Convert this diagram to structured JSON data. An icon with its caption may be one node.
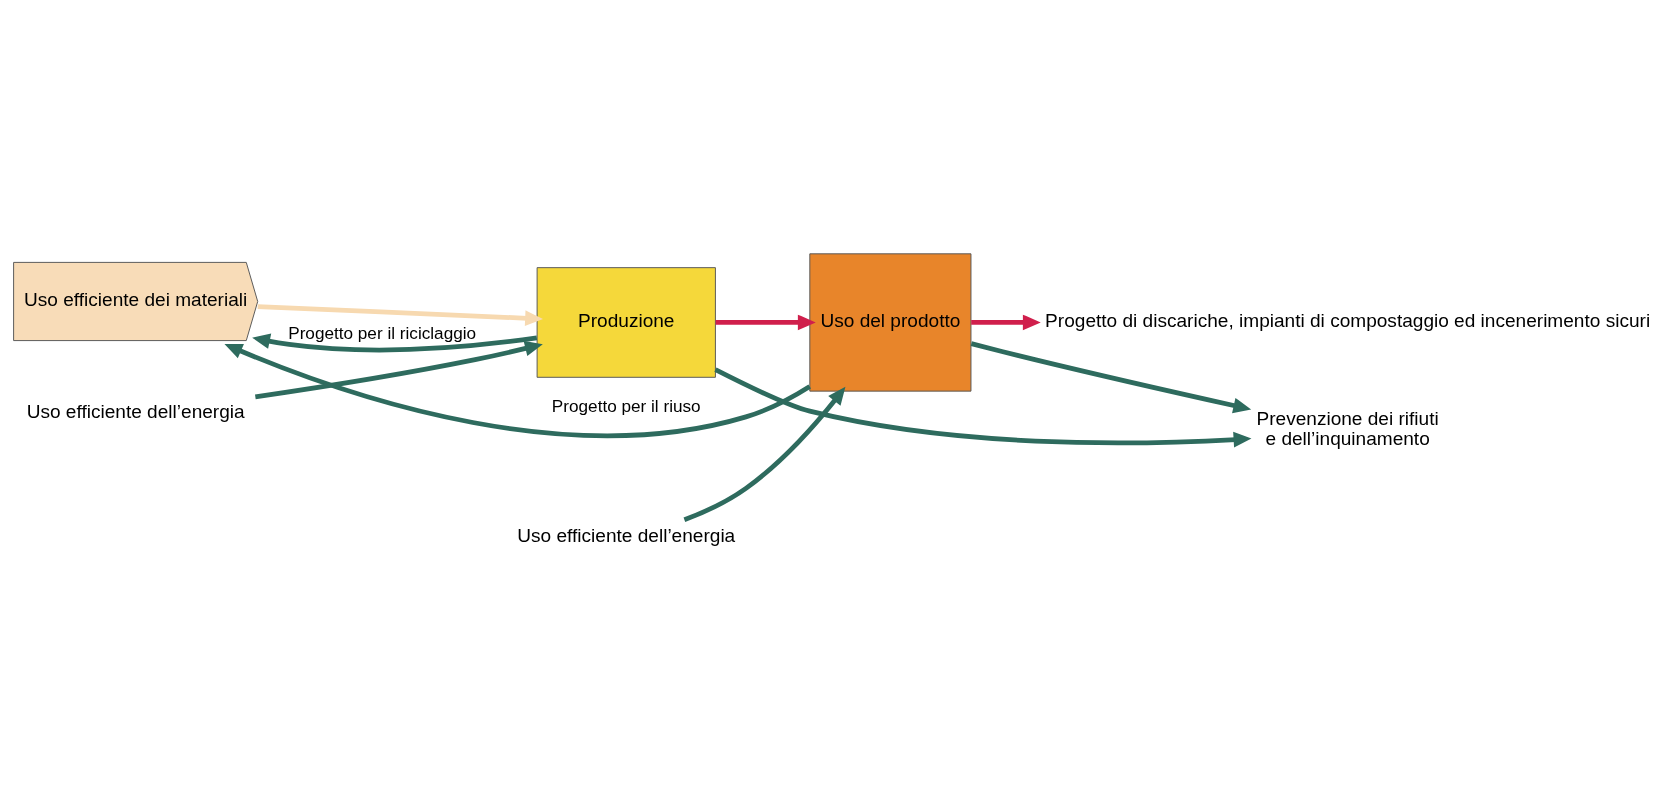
{
  "diagram": {
    "nodes": [
      {
        "text": [
          "Uso efficiente dei materiali"
        ]
      },
      {
        "text": [
          "Produzione"
        ]
      },
      {
        "text": [
          "Uso del prodotto"
        ]
      },
      {
        "text": [
          "Uso efficiente dell’energia"
        ]
      },
      {
        "text": [
          "Uso efficiente dell’energia"
        ]
      },
      {
        "text": [
          "Progetto di discariche, impianti di compostaggio ed incenerimento sicuri"
        ]
      },
      {
        "text": [
          "Prevenzione dei rifiuti",
          "e dell’inquinamento"
        ]
      }
    ],
    "edges": [
      {
        "from": 0,
        "to": 1,
        "arrow": "to",
        "color": "#f7d9b0"
      },
      {
        "from": 3,
        "to": 1,
        "arrow": "to"
      },
      {
        "from": 1,
        "to": 2,
        "arrow": "to",
        "color": "#d01f4c"
      },
      {
        "from": 4,
        "to": 2,
        "arrow": "to"
      },
      {
        "from": 2,
        "to": 5,
        "arrow": "to",
        "color": "#d01f4c"
      },
      {
        "from": 1,
        "to": 0,
        "arrow": "to",
        "label": "Progetto per il riciclaggio"
      },
      {
        "from": 2,
        "to": 0,
        "arrow": "to",
        "label": "Progetto per il riuso"
      },
      {
        "from": 1,
        "to": 6,
        "arrow": "to"
      },
      {
        "from": 2,
        "to": 6,
        "arrow": "to"
      }
    ]
  }
}
